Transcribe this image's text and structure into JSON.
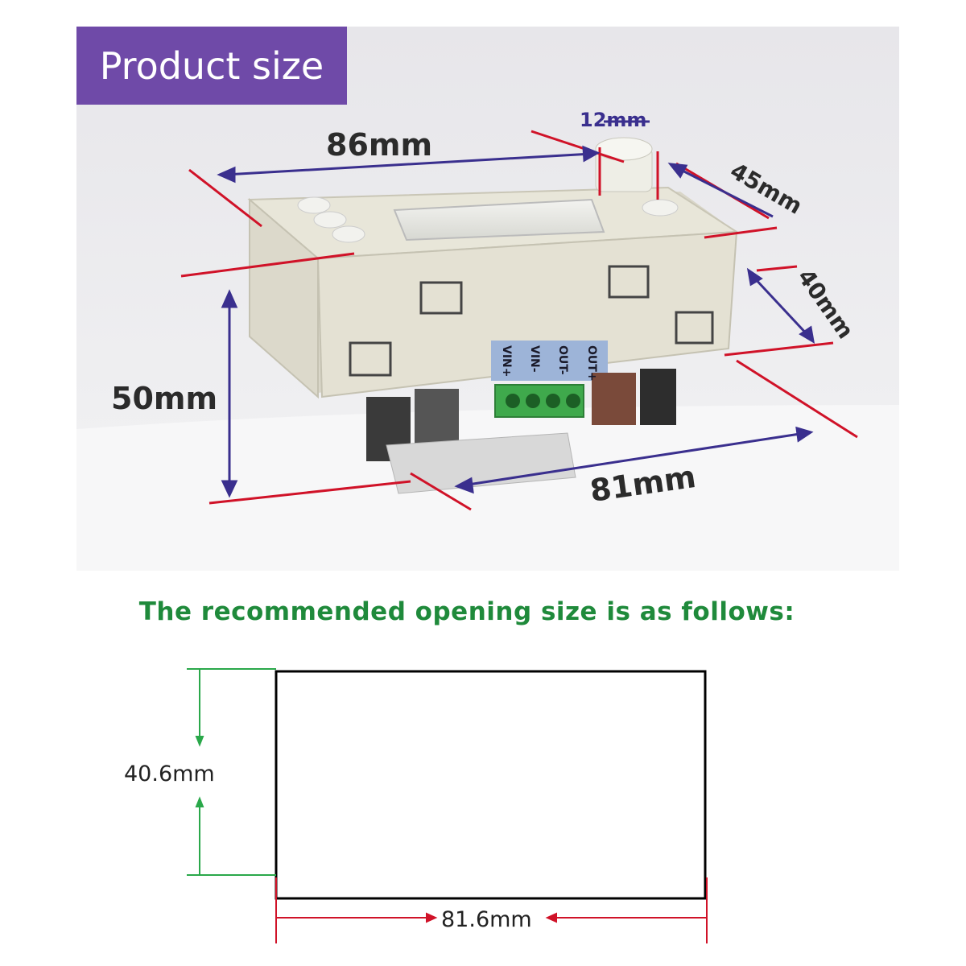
{
  "header": {
    "title": "Product size"
  },
  "photo": {
    "dimensions": {
      "width_top": "86mm",
      "knob": "12mm",
      "depth_top": "45mm",
      "depth_side": "40mm",
      "height": "50mm",
      "width_bottom": "81mm"
    },
    "terminals": [
      "VIN+",
      "VIN-",
      "OUT-",
      "OUT+"
    ]
  },
  "opening": {
    "title": "The recommended opening size is as follows:",
    "height": "40.6mm",
    "width": "81.6mm"
  },
  "colors": {
    "header_bg": "#6f4aa8",
    "guide_red": "#d01228",
    "guide_blue": "#3a2f8e",
    "guide_green": "#2aa84a",
    "subtitle_green": "#1f8a3b"
  }
}
